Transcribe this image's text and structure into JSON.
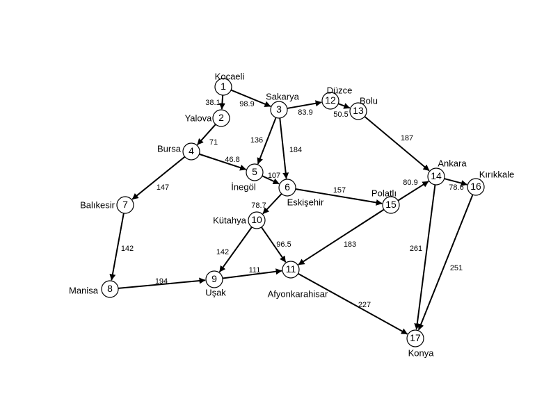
{
  "nodes": [
    {
      "id": 1,
      "label": "1",
      "city": "Kocaeli"
    },
    {
      "id": 2,
      "label": "2",
      "city": "Yalova"
    },
    {
      "id": 3,
      "label": "3",
      "city": "Sakarya"
    },
    {
      "id": 4,
      "label": "4",
      "city": "Bursa"
    },
    {
      "id": 5,
      "label": "5",
      "city": "İnegöl"
    },
    {
      "id": 6,
      "label": "6",
      "city": "Eskişehir"
    },
    {
      "id": 7,
      "label": "7",
      "city": "Balıkesir"
    },
    {
      "id": 8,
      "label": "8",
      "city": "Manisa"
    },
    {
      "id": 9,
      "label": "9",
      "city": "Uşak"
    },
    {
      "id": 10,
      "label": "10",
      "city": "Kütahya"
    },
    {
      "id": 11,
      "label": "11",
      "city": "Afyonkarahisar"
    },
    {
      "id": 12,
      "label": "12",
      "city": "Düzce"
    },
    {
      "id": 13,
      "label": "13",
      "city": "Bolu"
    },
    {
      "id": 14,
      "label": "14",
      "city": "Ankara"
    },
    {
      "id": 15,
      "label": "15",
      "city": "Polatlı"
    },
    {
      "id": 16,
      "label": "16",
      "city": "Kırıkkale"
    },
    {
      "id": 17,
      "label": "17",
      "city": "Konya"
    }
  ],
  "edges": [
    {
      "from": 1,
      "to": 2,
      "weight": "38.1"
    },
    {
      "from": 1,
      "to": 3,
      "weight": "98.9"
    },
    {
      "from": 2,
      "to": 4,
      "weight": "71"
    },
    {
      "from": 3,
      "to": 12,
      "weight": "83.9"
    },
    {
      "from": 3,
      "to": 5,
      "weight": "136"
    },
    {
      "from": 3,
      "to": 6,
      "weight": "184"
    },
    {
      "from": 12,
      "to": 13,
      "weight": "50.5"
    },
    {
      "from": 13,
      "to": 14,
      "weight": "187"
    },
    {
      "from": 4,
      "to": 5,
      "weight": "46.8"
    },
    {
      "from": 4,
      "to": 7,
      "weight": "147"
    },
    {
      "from": 5,
      "to": 6,
      "weight": "107"
    },
    {
      "from": 6,
      "to": 15,
      "weight": "157"
    },
    {
      "from": 6,
      "to": 10,
      "weight": "78.7"
    },
    {
      "from": 15,
      "to": 14,
      "weight": "80.9"
    },
    {
      "from": 14,
      "to": 16,
      "weight": "78.6"
    },
    {
      "from": 14,
      "to": 17,
      "weight": "261"
    },
    {
      "from": 16,
      "to": 17,
      "weight": "251"
    },
    {
      "from": 15,
      "to": 11,
      "weight": "183"
    },
    {
      "from": 7,
      "to": 8,
      "weight": "142"
    },
    {
      "from": 8,
      "to": 9,
      "weight": "194"
    },
    {
      "from": 10,
      "to": 9,
      "weight": "142"
    },
    {
      "from": 10,
      "to": 11,
      "weight": "96.5"
    },
    {
      "from": 9,
      "to": 11,
      "weight": "111"
    },
    {
      "from": 11,
      "to": 17,
      "weight": "227"
    }
  ]
}
